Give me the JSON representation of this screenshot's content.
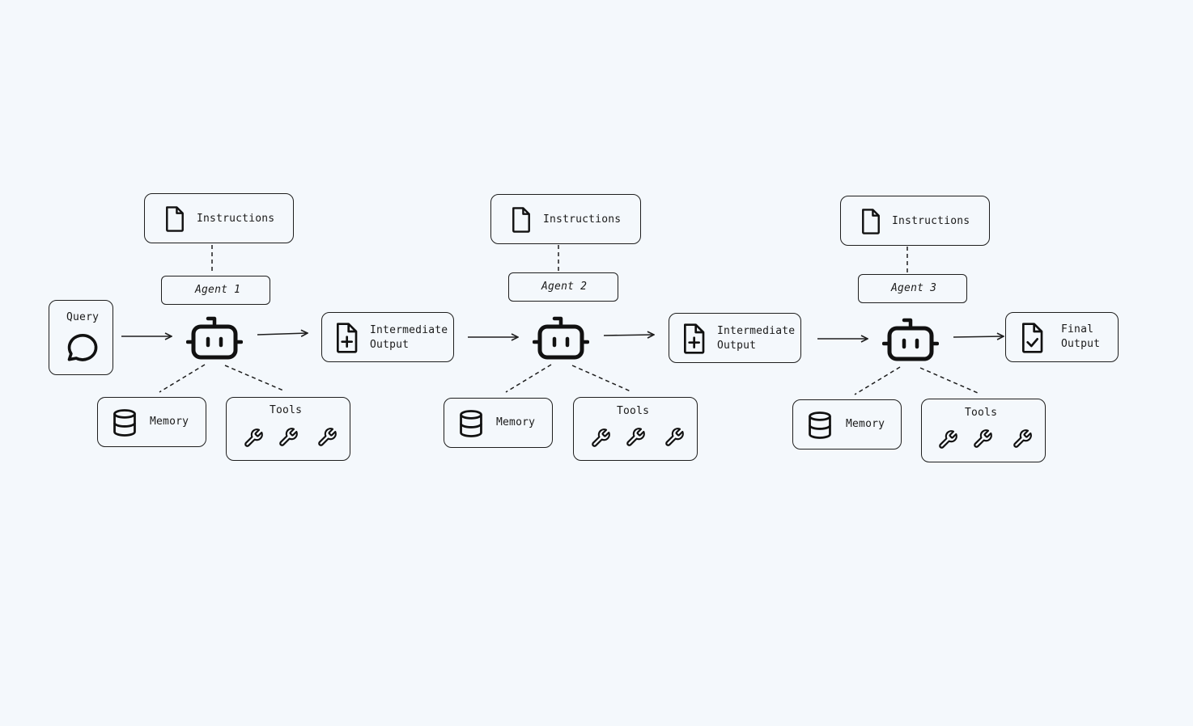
{
  "query": {
    "label": "Query",
    "icon": "chat-bubble-icon"
  },
  "agents": [
    {
      "name": "Agent 1",
      "instructions": "Instructions",
      "memory": "Memory",
      "tools": "Tools",
      "output": [
        "Intermediate",
        "Output"
      ],
      "output_icon": "file-plus-icon"
    },
    {
      "name": "Agent 2",
      "instructions": "Instructions",
      "memory": "Memory",
      "tools": "Tools",
      "output": [
        "Intermediate",
        "Output"
      ],
      "output_icon": "file-plus-icon"
    },
    {
      "name": "Agent 3",
      "instructions": "Instructions",
      "memory": "Memory",
      "tools": "Tools",
      "output": [
        "Final",
        "Output"
      ],
      "output_icon": "file-check-icon"
    }
  ],
  "icons": {
    "instructions": "document-icon",
    "agent": "robot-icon",
    "memory": "database-icon",
    "tool": "wrench-icon"
  },
  "colors": {
    "background": "#f4f8fc",
    "stroke": "#1e1e1e"
  }
}
